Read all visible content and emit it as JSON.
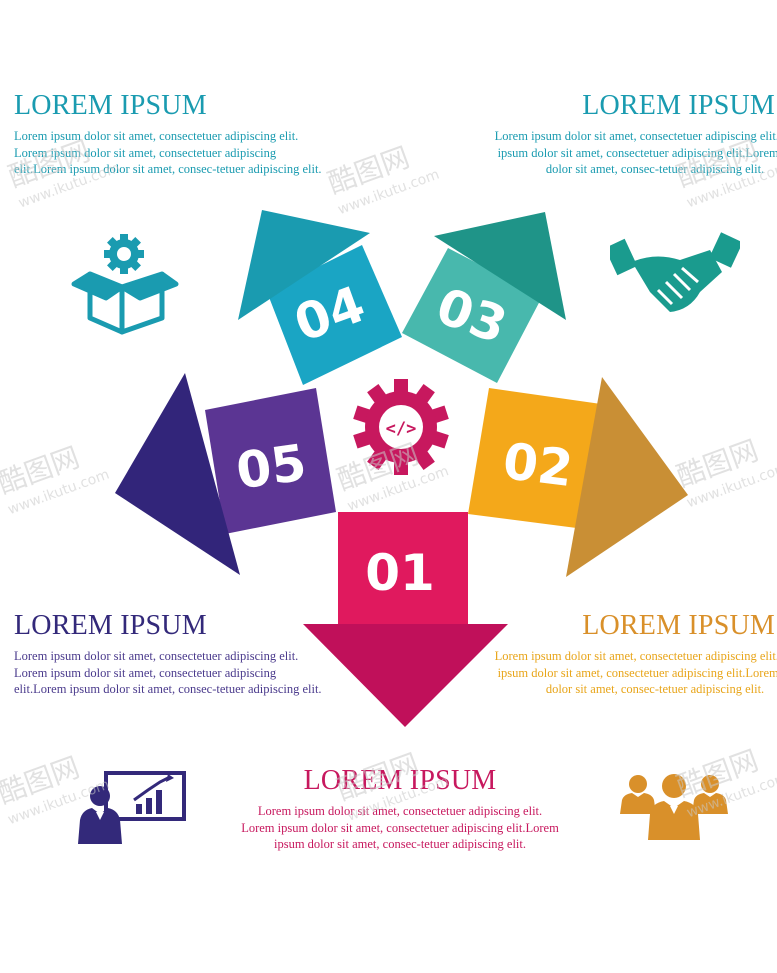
{
  "blocks": {
    "top_left": {
      "title": "LOREM IPSUM",
      "text": "Lorem ipsum dolor sit amet, consectetuer adipiscing elit. Lorem ipsum dolor sit amet, consectetuer adipiscing elit.Lorem ipsum dolor sit amet, consec-tetuer adipiscing elit."
    },
    "top_right": {
      "title": "LOREM IPSUM",
      "text": "Lorem ipsum dolor sit amet, consectetuer adipiscing elit. Lorem ipsum dolor sit amet, consectetuer adipiscing elit.Lorem ipsum dolor sit amet, consec-tetuer adipiscing elit."
    },
    "mid_left": {
      "title": "LOREM IPSUM",
      "text": "Lorem ipsum dolor sit amet, consectetuer adipiscing elit. Lorem ipsum dolor sit amet, consectetuer adipiscing elit.Lorem ipsum dolor sit amet, consec-tetuer adipiscing elit."
    },
    "mid_right": {
      "title": "LOREM IPSUM",
      "text": "Lorem ipsum dolor sit amet, consectetuer adipiscing elit. Lorem ipsum dolor sit amet, consectetuer adipiscing elit.Lorem ipsum dolor sit amet, consec-tetuer adipiscing elit."
    },
    "bottom": {
      "title": "LOREM IPSUM",
      "text": "Lorem ipsum dolor sit amet, consectetuer adipiscing elit. Lorem ipsum dolor sit amet, consectetuer adipiscing elit.Lorem ipsum dolor sit amet, consec-tetuer adipiscing elit."
    }
  },
  "arrows": [
    {
      "label": "01",
      "color": "#e0195e",
      "head_color": "#c0105a"
    },
    {
      "label": "02",
      "color": "#f4a81a",
      "head_color": "#c98f35"
    },
    {
      "label": "03",
      "color": "#48b8ad",
      "head_color": "#1f9488"
    },
    {
      "label": "04",
      "color": "#1aa5c4",
      "head_color": "#1a9bb0"
    },
    {
      "label": "05",
      "color": "#5b3593",
      "head_color": "#32257a"
    }
  ],
  "center_icon": {
    "name": "code-gear-icon",
    "color": "#c7185e"
  },
  "icons": {
    "box_gear": {
      "name": "box-gear-icon",
      "color": "#1a9bb0"
    },
    "handshake": {
      "name": "handshake-icon",
      "color": "#1a9b8e"
    },
    "presenter": {
      "name": "presenter-chart-icon",
      "color": "#33297a"
    },
    "team": {
      "name": "team-icon",
      "color": "#d9902a"
    }
  },
  "watermark": {
    "brand": "酷图网",
    "url": "www.ikutu.com"
  }
}
